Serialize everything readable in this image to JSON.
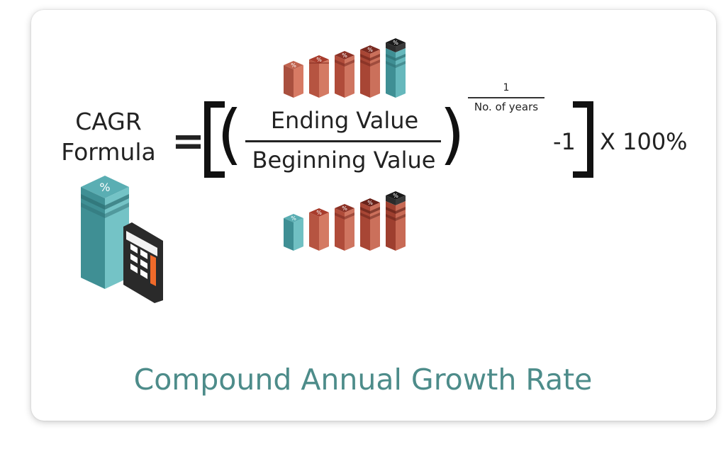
{
  "formula": {
    "label_line1": "CAGR",
    "label_line2": "Formula",
    "equals": "=",
    "numerator": "Ending Value",
    "denominator": "Beginning Value",
    "exponent_numerator": "1",
    "exponent_denominator": "No. of years",
    "minus_one": "-1",
    "multiplier": "X 100%"
  },
  "badges": {
    "percent": "%"
  },
  "subtitle": "Compound Annual Growth Rate",
  "colors": {
    "teal": "#5aaeb3",
    "rust": "#c0634f",
    "dark_rust": "#8c3226",
    "black": "#1a1a1a",
    "subtitle": "#4d8c8a",
    "calculator": "#2a2a2a",
    "calculator_key_accent": "#f06a2a"
  }
}
